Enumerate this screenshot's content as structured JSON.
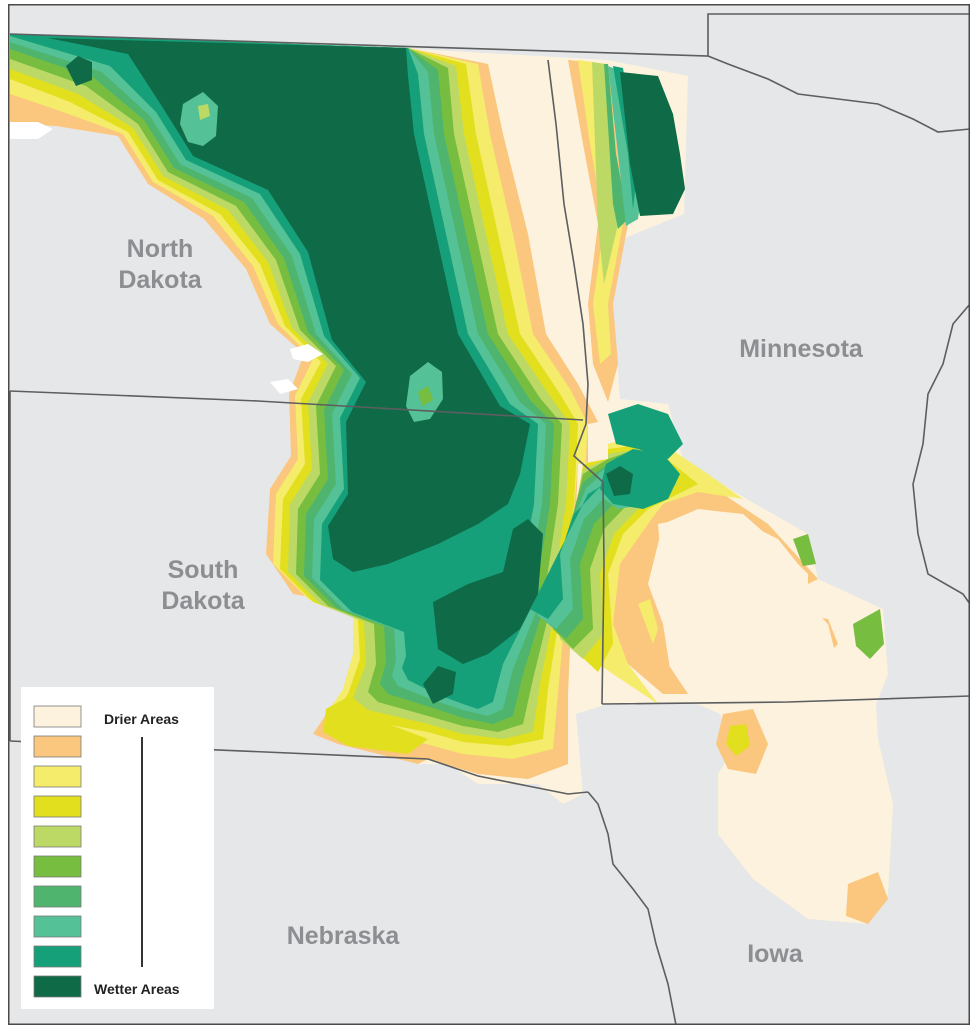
{
  "states": {
    "north_dakota": [
      "North",
      "Dakota"
    ],
    "minnesota": [
      "Minnesota"
    ],
    "south_dakota": [
      "South",
      "Dakota"
    ],
    "nebraska": [
      "Nebraska"
    ],
    "iowa": [
      "Iowa"
    ]
  },
  "legend": {
    "top_label": "Drier Areas",
    "bottom_label": "Wetter Areas",
    "swatches": [
      "#fcf2dd",
      "#fbc67e",
      "#f4ec6a",
      "#e2df1e",
      "#bcd966",
      "#77bd3f",
      "#4fb56e",
      "#55c196",
      "#15a07a",
      "#0f6a47"
    ]
  },
  "colors": {
    "background": "#e6e7e8",
    "state_border": "#5c5e60",
    "map_frame": "#4a4a4a"
  }
}
